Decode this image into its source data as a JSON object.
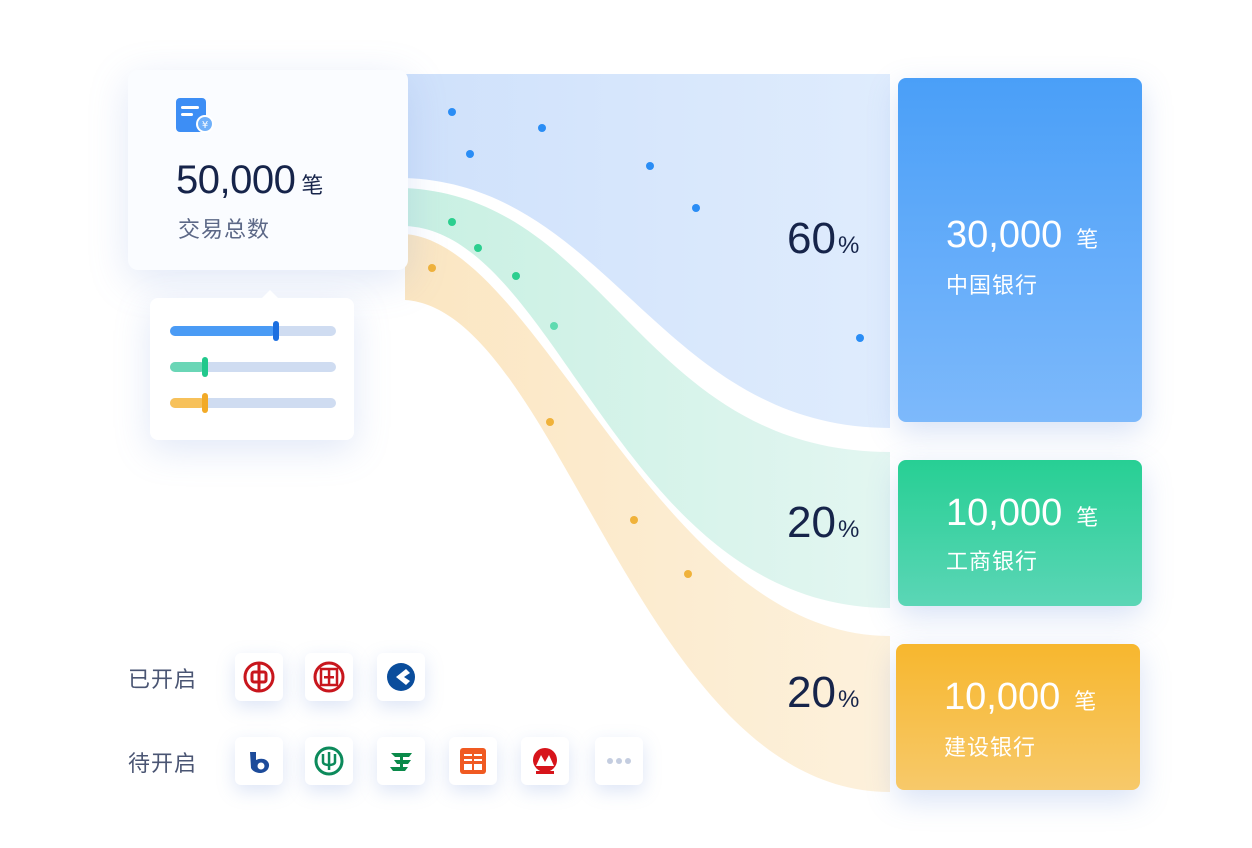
{
  "total": {
    "value": "50,000",
    "unit": "笔",
    "label": "交易总数"
  },
  "sliders": [
    {
      "fraction": 0.64,
      "color": "#4a9bf5",
      "knob_color": "#1c6fe0"
    },
    {
      "fraction": 0.21,
      "color": "#6ad6b6",
      "knob_color": "#21c88c"
    },
    {
      "fraction": 0.21,
      "color": "#f7c15a",
      "knob_color": "#f2aa28"
    }
  ],
  "banks": [
    {
      "percent": "60",
      "percent_sign": "%",
      "count": "30,000",
      "unit": "笔",
      "name": "中国银行"
    },
    {
      "percent": "20",
      "percent_sign": "%",
      "count": "10,000",
      "unit": "笔",
      "name": "工商银行"
    },
    {
      "percent": "20",
      "percent_sign": "%",
      "count": "10,000",
      "unit": "笔",
      "name": "建设银行"
    }
  ],
  "enabled": {
    "label": "已开启",
    "logos": [
      "boc-logo-icon",
      "icbc-logo-icon",
      "ccb-logo-icon"
    ]
  },
  "pending": {
    "label": "待开启",
    "logos": [
      "bocom-logo-icon",
      "abc-logo-icon",
      "psbc-logo-icon",
      "pingan-logo-icon",
      "cmb-logo-icon",
      "more-icon"
    ]
  },
  "colors": {
    "blue": "#4a9ff8",
    "green": "#27cf94",
    "orange": "#f5b530",
    "text": "#16244a"
  }
}
